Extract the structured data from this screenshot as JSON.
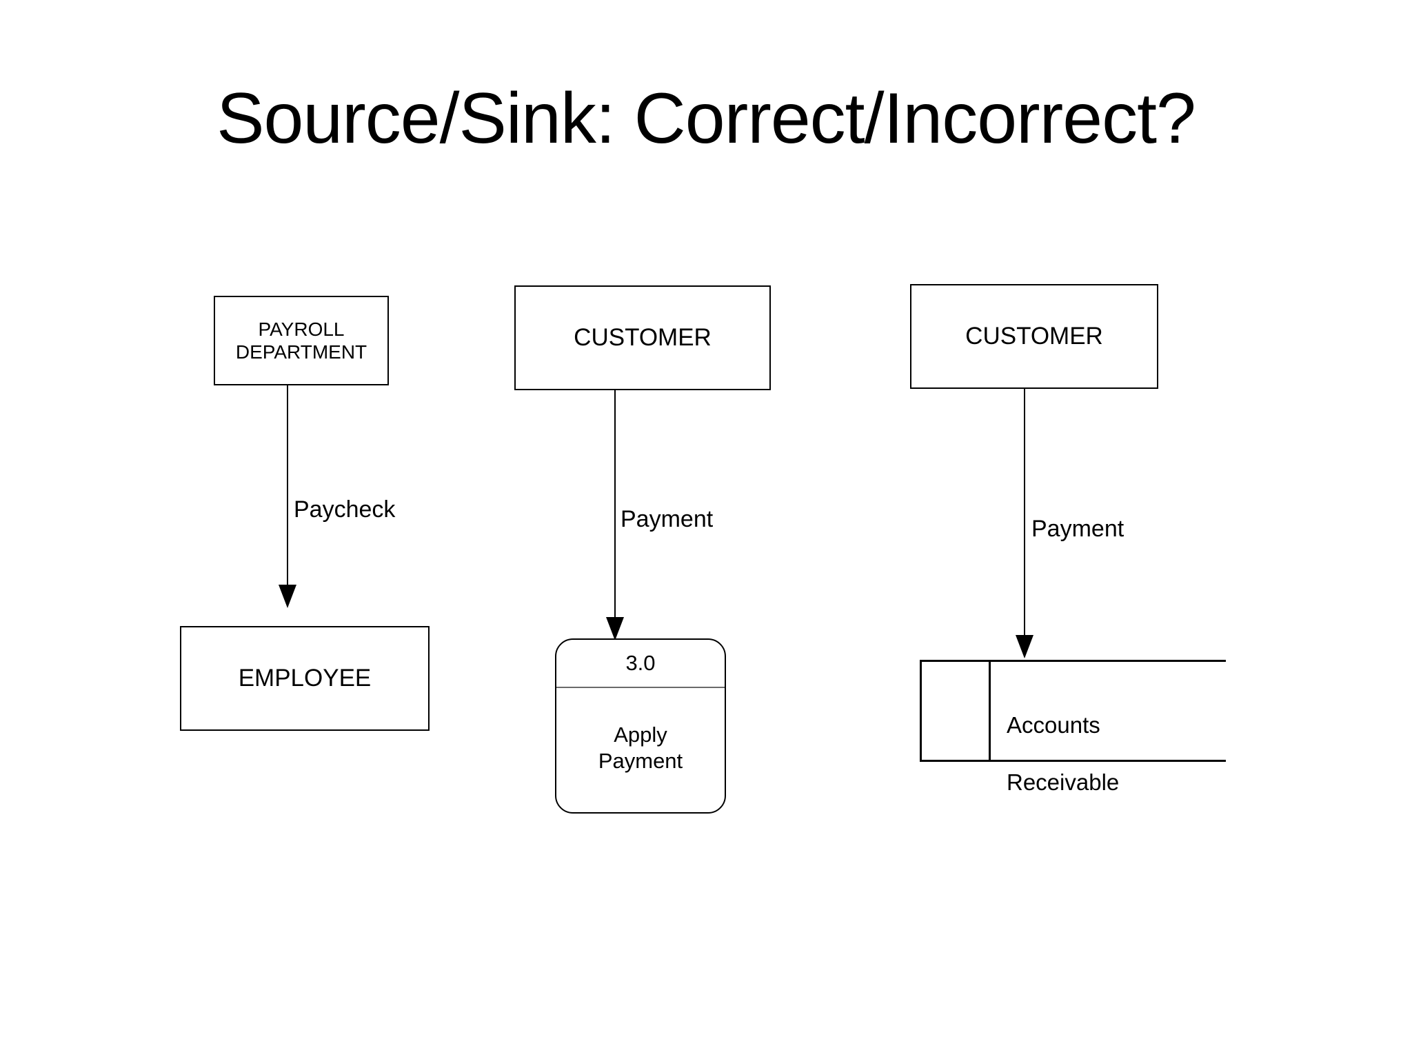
{
  "slide": {
    "title": "Source/Sink: Correct/Incorrect?",
    "background_color": "#ffffff",
    "ink_color": "#000000"
  },
  "diagrams": [
    {
      "id": "payroll-employee",
      "source": {
        "label": "PAYROLL\nDEPARTMENT",
        "line1": "PAYROLL",
        "line2": "DEPARTMENT",
        "shape": "external-entity"
      },
      "flow": {
        "label": "Paycheck",
        "direction": "down"
      },
      "target": {
        "label": "EMPLOYEE",
        "shape": "external-entity"
      }
    },
    {
      "id": "customer-apply-payment",
      "source": {
        "label": "CUSTOMER",
        "shape": "external-entity"
      },
      "flow": {
        "label": "Payment",
        "direction": "down"
      },
      "target": {
        "number": "3.0",
        "line1": "Apply",
        "line2": "Payment",
        "label": "Apply Payment",
        "shape": "process"
      }
    },
    {
      "id": "customer-accounts-receivable",
      "source": {
        "label": "CUSTOMER",
        "shape": "external-entity"
      },
      "flow": {
        "label": "Payment",
        "direction": "down"
      },
      "target": {
        "line1": "Accounts",
        "line2": "Receivable",
        "label": "Accounts Receivable",
        "shape": "data-store"
      }
    }
  ]
}
